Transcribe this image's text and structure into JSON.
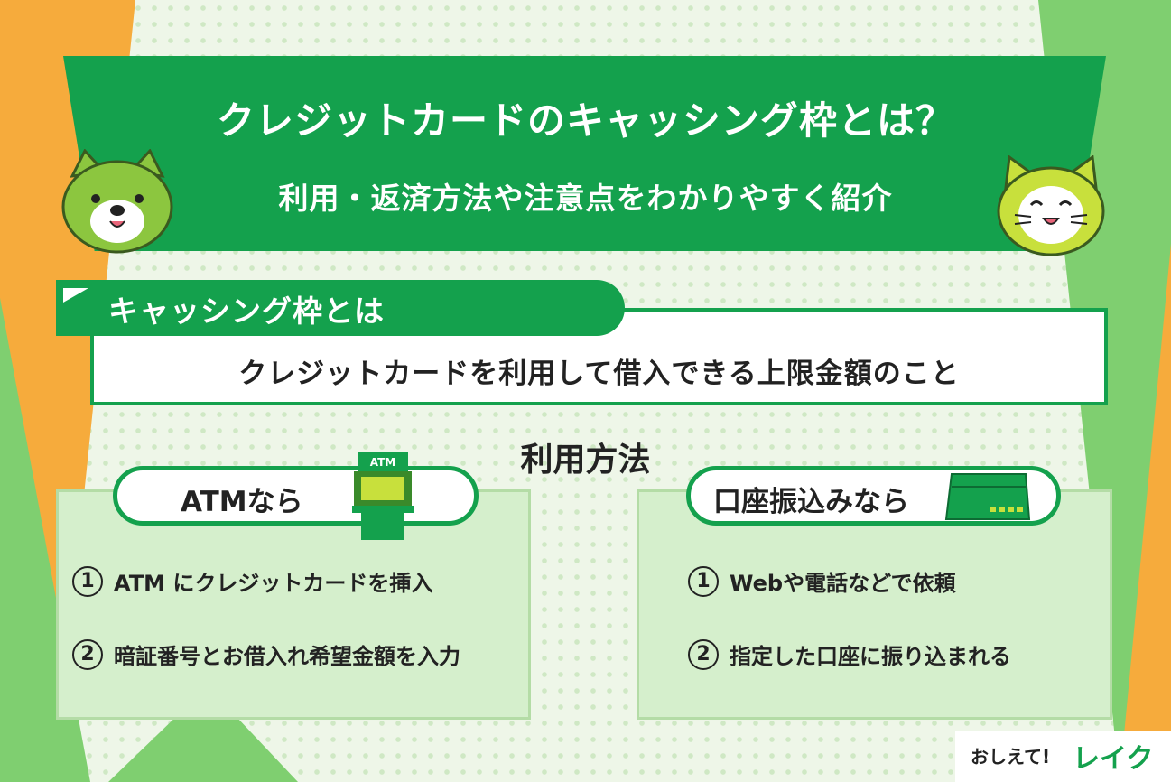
{
  "header": {
    "title": "クレジットカードのキャッシング枠とは？",
    "subtitle": "利用・返済方法や注意点をわかりやすく紹介"
  },
  "definition": {
    "label": "キャッシング枠とは",
    "text": "クレジットカードを利用して借入できる上限金額のこと"
  },
  "usage": {
    "heading": "利用方法",
    "atm": {
      "title": "ATMなら",
      "icon_text": "ATM",
      "steps": [
        {
          "num": "1",
          "text": "ATM にクレジットカードを挿入"
        },
        {
          "num": "2",
          "text": "暗証番号とお借入れ希望金額を入力"
        }
      ]
    },
    "transfer": {
      "title": "口座振込みなら",
      "steps": [
        {
          "num": "1",
          "text": "Webや電話などで依頼"
        },
        {
          "num": "2",
          "text": "指定した口座に振り込まれる"
        }
      ]
    }
  },
  "logo": {
    "prefix": "おしえて!",
    "brand": "レイク"
  },
  "colors": {
    "primary_green": "#14a14d",
    "light_green": "#d5efcc",
    "orange": "#f6ab3c",
    "side_green": "#7fcf70",
    "character_green": "#8cc63f",
    "character_lime": "#c8e03c"
  },
  "icons": [
    "dog-character-icon",
    "cat-character-icon",
    "atm-icon",
    "bankbook-icon"
  ]
}
